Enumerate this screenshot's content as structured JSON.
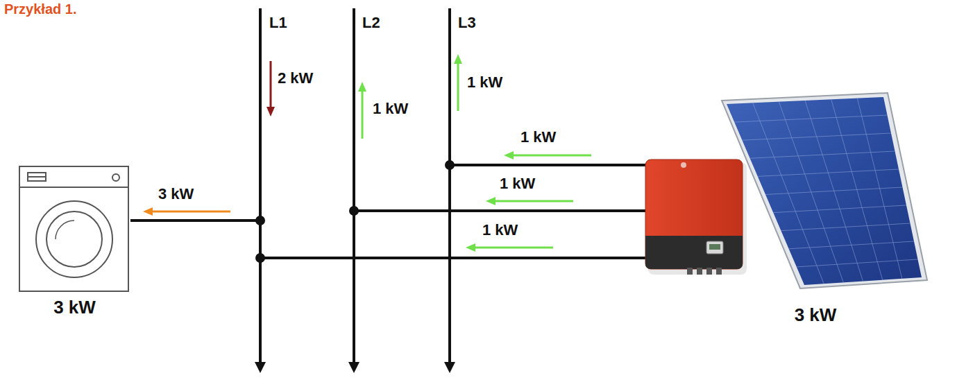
{
  "diagram": {
    "title": "Przykład 1.",
    "nodes": [
      {
        "text": [
          "3 kW"
        ]
      },
      {
        "text": [
          "3 kW"
        ]
      }
    ],
    "labels": [
      "L1",
      "L2",
      "L3",
      "2 kW",
      "1 kW",
      "1 kW",
      "1 kW",
      "1 kW",
      "1 kW",
      "3 kW"
    ]
  }
}
